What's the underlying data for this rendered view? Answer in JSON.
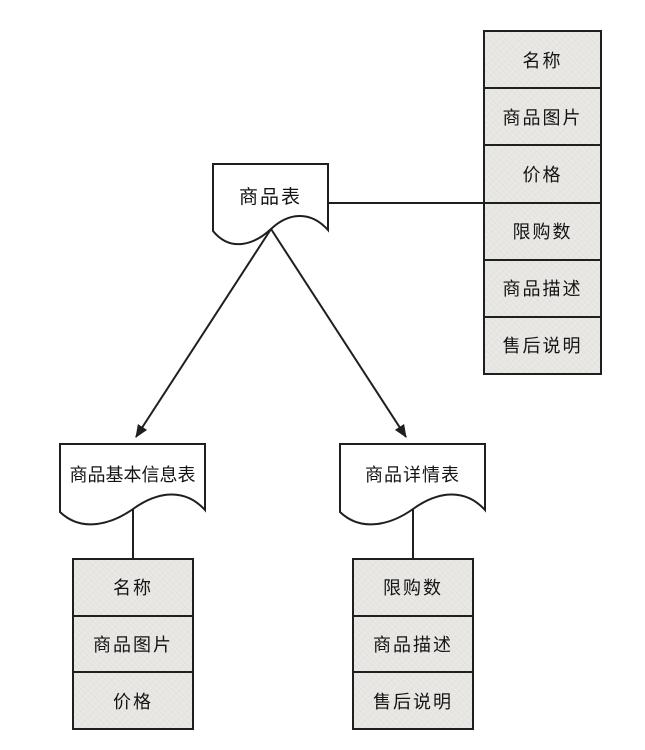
{
  "colors": {
    "line": "#1f1f1f",
    "cell_fill": "#e9e8e4",
    "text": "#141414",
    "background": "#ffffff"
  },
  "diagram": {
    "root_doc": {
      "label": "商品表"
    },
    "root_field_list": {
      "fields": [
        "名称",
        "商品图片",
        "价格",
        "限购数",
        "商品描述",
        "售后说明"
      ]
    },
    "left_doc": {
      "label": "商品基本信息表"
    },
    "left_field_list": {
      "fields": [
        "名称",
        "商品图片",
        "价格"
      ]
    },
    "right_doc": {
      "label": "商品详情表"
    },
    "right_field_list": {
      "fields": [
        "限购数",
        "商品描述",
        "售后说明"
      ]
    }
  }
}
